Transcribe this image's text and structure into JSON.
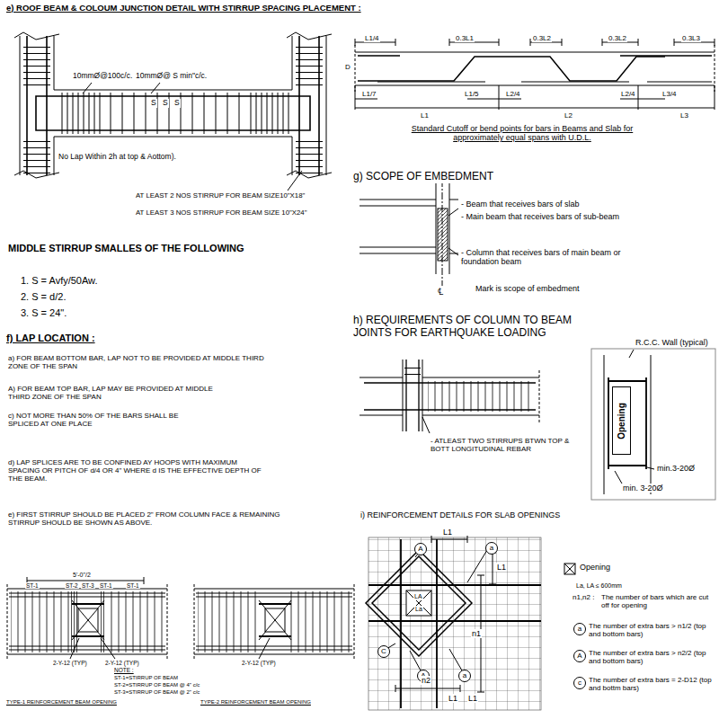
{
  "diagram": {
    "nodes": [
      {
        "text": [
          "Opening"
        ]
      }
    ],
    "labels": [
      "e) ROOF BEAM & COLOUM JUNCTION DETAIL WITH STIRRUP SPACING PLACEMENT :",
      "10mmØ@100c/c.",
      "10mmØ@ S min\"c/c.",
      "S",
      "S",
      "S",
      "No Lap Within 2h at top & Aottom).",
      "AT LEAST 2 NOS STIRRUP  FOR BEAM SIZE10\"X18\"",
      "AT LEAST 3 NOS STIRRUP  FOR BEAM SIZE 10\"X24\"",
      "MIDDLE STIRRUP SMALLES OF THE FOLLOWING",
      "1. S = Avfy/50Aw.",
      "2. S = d/2.",
      "3. S = 24\".",
      "f) LAP LOCATION :",
      "a) FOR BEAM BOTTOM BAR, LAP NOT TO BE PROVIDED AT MIDDLE THIRD ZONE OF THE SPAN",
      "A) FOR BEAM TOP BAR, LAP MAY BE PROVIDED AT MIDDLE THIRD ZONE OF THE SPAN",
      "c) NOT MORE THAN 50% OF THE BARS SHALL BE SPLICED AT ONE PLACE",
      "d) LAP SPLICES ARE TO BE CONFINED AY HOOPS WITH MAXIMUM SPACING OR PITCH OF d/4 OR 4\" WHERE d IS THE EFFECTIVE DEPTH OF THE BEAM.",
      "e) FIRST STIRRUP SHOULD BE PLACED 2\" FROM  COLUMN  FACE & REMAINING STIRRUP SHOULD BE SHOWN AS ABOVE.",
      "L1/4",
      "0.3L1",
      "0.3L2",
      "0.3L2",
      "0.3L3",
      "D",
      "L1/7",
      "L1/5",
      "L2/4",
      "L2/4",
      "L3/4",
      "L1",
      "L2",
      "L3",
      "Standard Cutoff or bend points for bars in Beams and Slab for approximately equal spans with U.D.L.",
      "g) SCOPE OF EMBEDMENT",
      "- Beam that receives bars of slab",
      "- Main beam that receives bars of sub-beam",
      "- Column that receives bars of main beam or foundation beam",
      "℄",
      "Mark is scope of embedment",
      "h) REQUIREMENTS OF COLUMN TO BEAM  JOINTS FOR EARTHQUAKE LOADING",
      "- ATLEAST TWO STIRRUPS BTWN TOP & BOTT LONGITUDINAL REBAR",
      "R.C.C. Wall (typical)",
      "min.3-20Ø",
      "min. 3-20Ø",
      "i) REINFORCEMENT DETAILS FOR SLAB OPENINGS",
      "L1",
      "A",
      "a",
      "L1",
      "LA",
      "La",
      "n1",
      "C",
      "A",
      "a",
      "n2",
      "L1",
      "L1",
      "La, LA ≤ 600mm",
      "n1,n2 :",
      "The number of bars which are cut off for opening",
      "a",
      "The number of extra bars > n1/2 (top and bottom bars)",
      "A",
      "The number of extra bars > n2/2 (top and bottom bars)",
      "c",
      "The number of extra bars = 2-D12 (top and bottm bars)",
      "5'-0\"/2",
      "ST-1",
      "ST-2",
      "ST-3",
      "ST-1",
      "ST-1",
      "2-Y-12 (TYP)",
      "2-Y-12 (TYP)",
      "TYPE-1 REINFORCEMENT BEAM OPENING",
      "NOTE :",
      "ST-1=STIRRUP OF BEAM",
      "ST-2=STIRRUP OF BEAM @ 4\" c/c",
      "ST-3=STIRRUP OF BEAM @ 2\" c/c",
      "2-Y-12 (TYP)",
      "TYPE-2 REINFORCEMENT BEAM OPENING"
    ],
    "legend": [
      {
        "text": "Opening"
      }
    ]
  }
}
